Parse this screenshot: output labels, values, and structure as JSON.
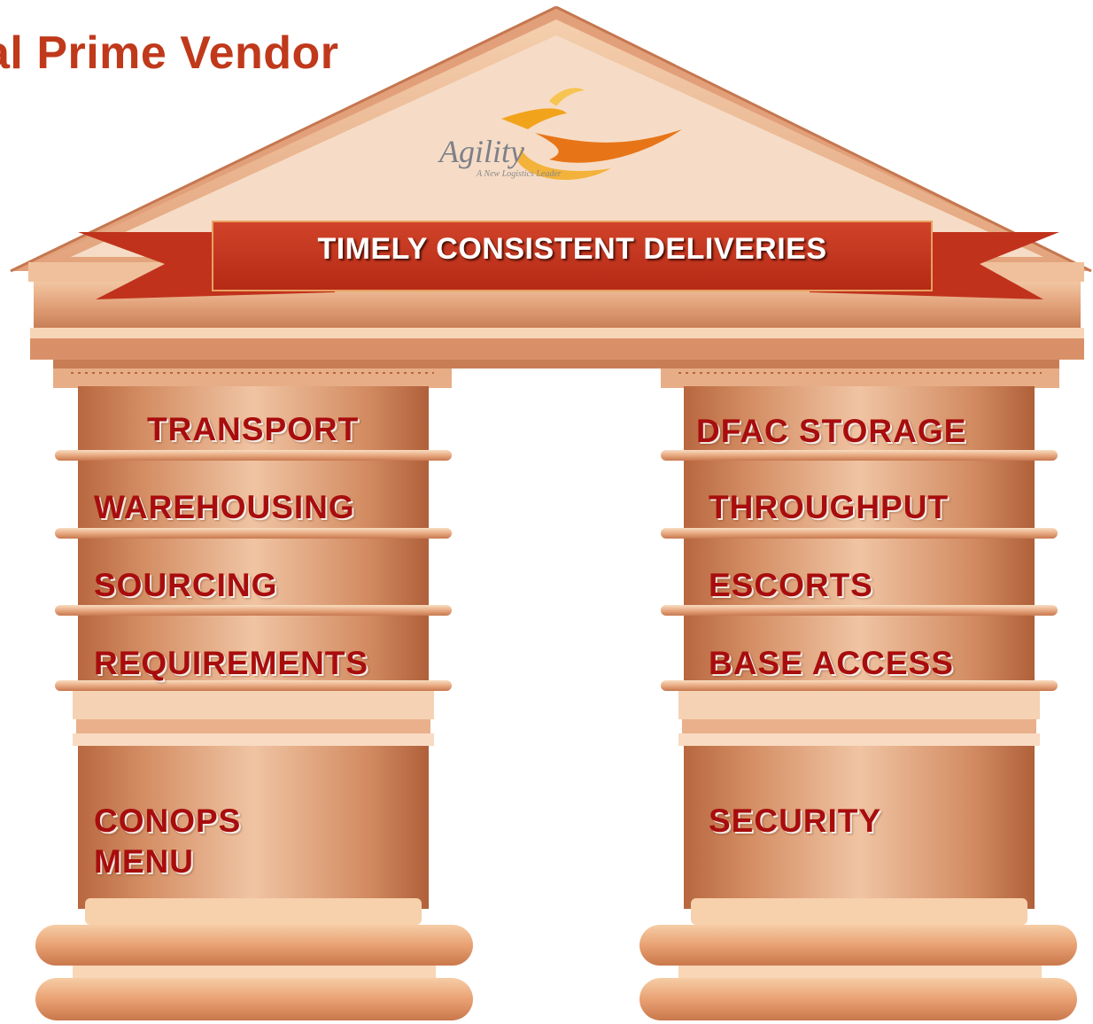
{
  "title": "al Prime Vendor",
  "logo": {
    "name": "Agility",
    "tagline": "A New Logistics Leader"
  },
  "banner": "TIMELY CONSISTENT DELIVERIES",
  "left_pillar": {
    "items": [
      "TRANSPORT",
      "WAREHOUSING",
      "SOURCING",
      "REQUIREMENTS"
    ],
    "base_label_line1": "CONOPS",
    "base_label_line2": "MENU"
  },
  "right_pillar": {
    "items": [
      "DFAC STORAGE",
      "THROUGHPUT",
      "ESCORTS",
      "BASE ACCESS"
    ],
    "base_label": "SECURITY"
  },
  "colors": {
    "label_red": "#a80d0d",
    "title_red": "#c0391b",
    "banner_red": "#c0321c",
    "stone": "#dc9a72"
  }
}
